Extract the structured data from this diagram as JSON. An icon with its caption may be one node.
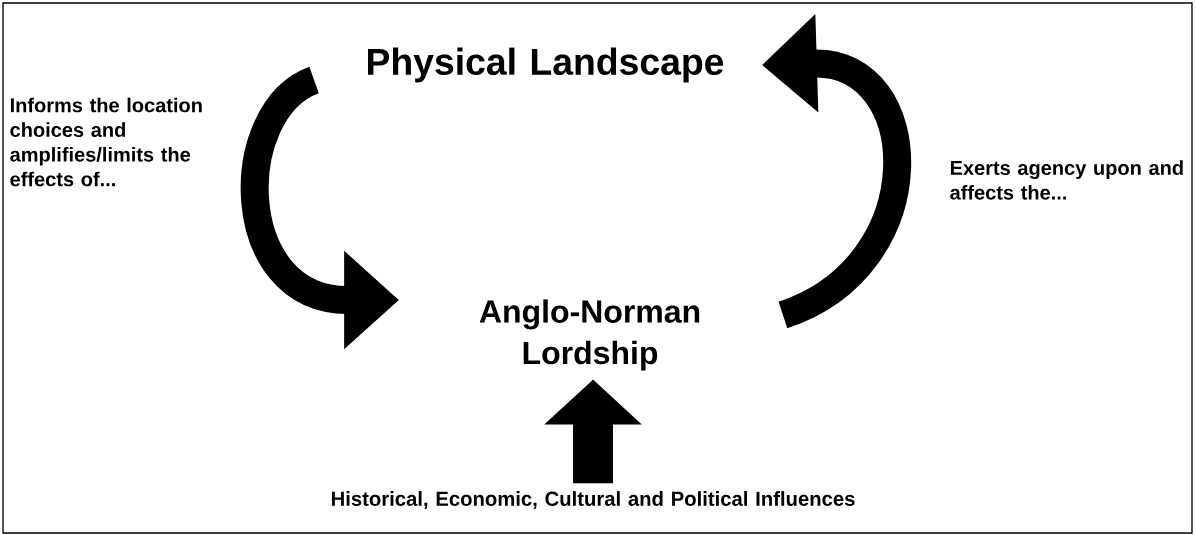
{
  "diagram": {
    "nodes": [
      {
        "text": [
          "Physical Landscape"
        ]
      },
      {
        "text": [
          "Anglo-Norman Lordship"
        ]
      },
      {
        "text": [
          "Historical, Economic, Cultural and Political Influences"
        ]
      }
    ],
    "edges": [
      {
        "from": 0,
        "to": 1,
        "arrow": "to",
        "label": "Informs the location choices and amplifies/limits the effects of..."
      },
      {
        "from": 1,
        "to": 0,
        "arrow": "to",
        "label": "Exerts agency upon and affects the..."
      },
      {
        "from": 2,
        "to": 1,
        "arrow": "to"
      }
    ]
  }
}
